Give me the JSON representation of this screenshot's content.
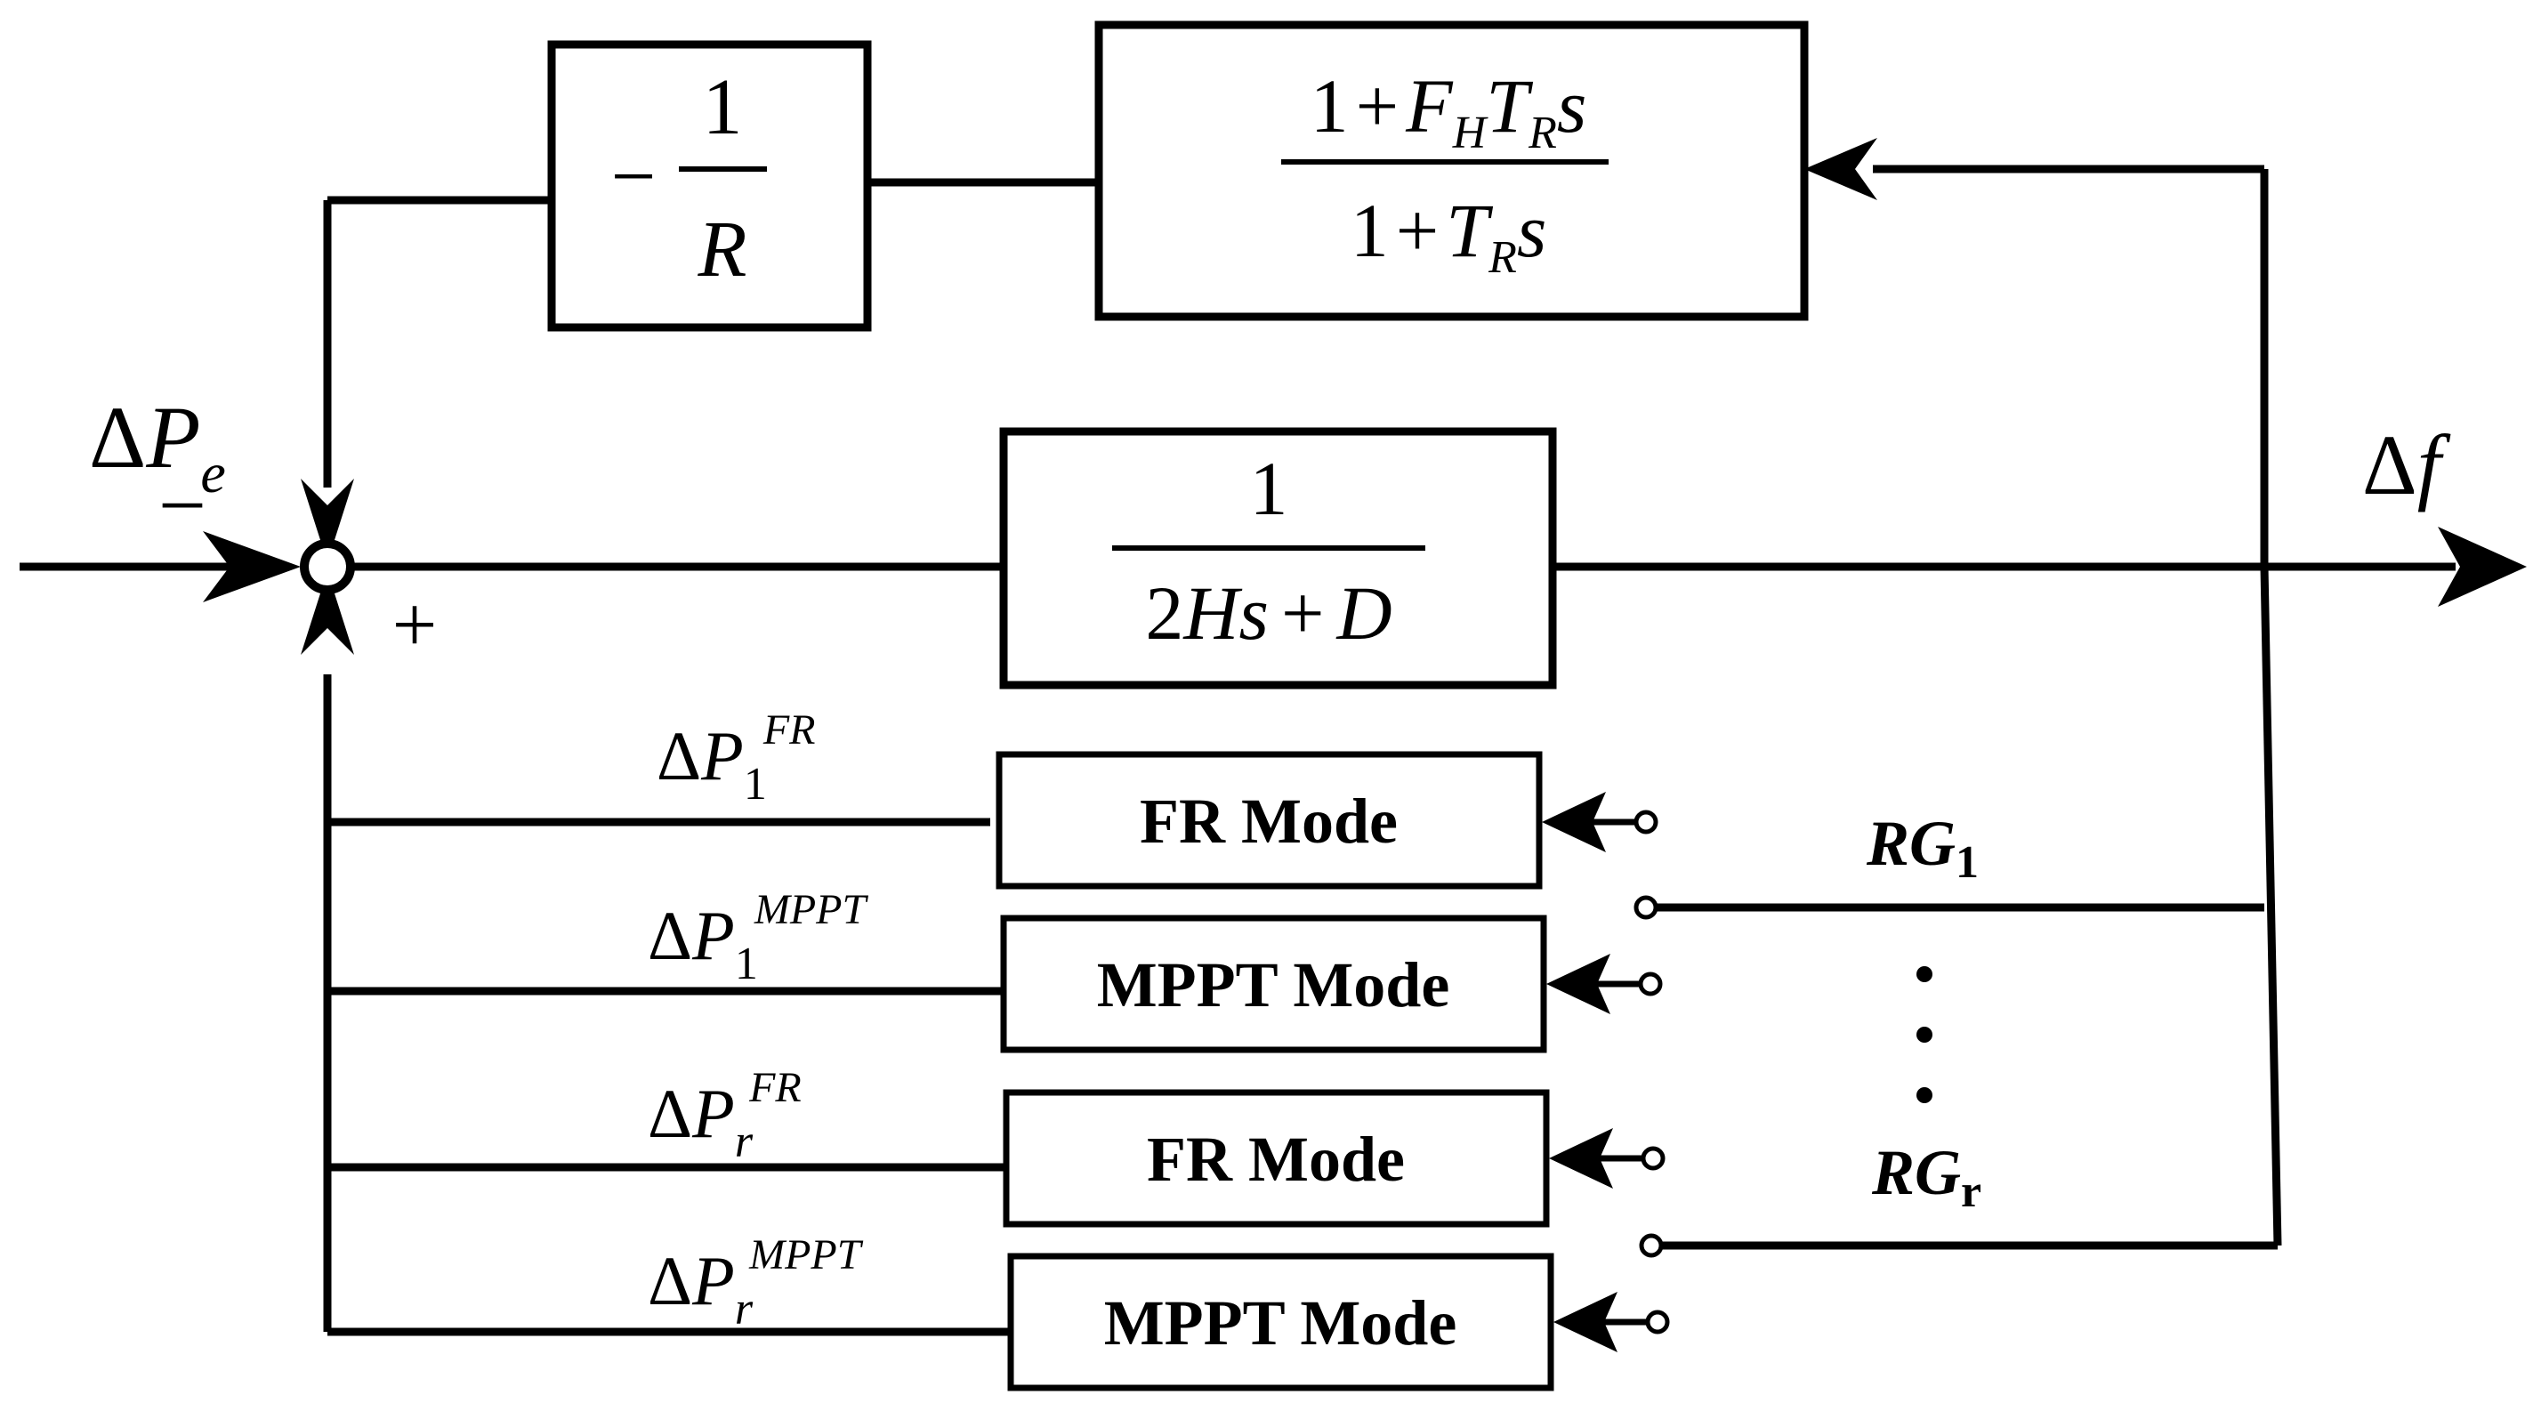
{
  "feedback": {
    "droop_sign": "−",
    "droop_num": "1",
    "droop_den": "R",
    "turbine_num": {
      "one": "1",
      "plus": "+",
      "F": "F",
      "H": "H",
      "T": "T",
      "R": "R",
      "s": "s"
    },
    "turbine_den": {
      "one": "1",
      "plus": "+",
      "T": "T",
      "R": "R",
      "s": "s"
    }
  },
  "forward": {
    "num": "1",
    "den": {
      "two": "2",
      "H": "H",
      "s": "s",
      "plus": "+",
      "D": "D"
    }
  },
  "signals": {
    "input": {
      "delta": "Δ",
      "P": "P",
      "sub": "e",
      "sign": "−"
    },
    "output": {
      "delta": "Δ",
      "f": "f"
    },
    "plus_sign": "+"
  },
  "branches": [
    {
      "delta": "Δ",
      "P": "P",
      "sub": "1",
      "sup": "FR",
      "mode": "FR Mode"
    },
    {
      "delta": "Δ",
      "P": "P",
      "sub": "1",
      "sup": "MPPT",
      "mode": "MPPT Mode"
    },
    {
      "delta": "Δ",
      "P": "P",
      "sub": "r",
      "sup": "FR",
      "mode": "FR Mode"
    },
    {
      "delta": "Δ",
      "P": "P",
      "sub": "r",
      "sup": "MPPT",
      "mode": "MPPT Mode"
    }
  ],
  "groups": [
    {
      "name": "RG",
      "sub": "1"
    },
    {
      "name": "RG",
      "sub": "r"
    }
  ],
  "colors": {
    "line": "#000000",
    "background": "#ffffff"
  }
}
